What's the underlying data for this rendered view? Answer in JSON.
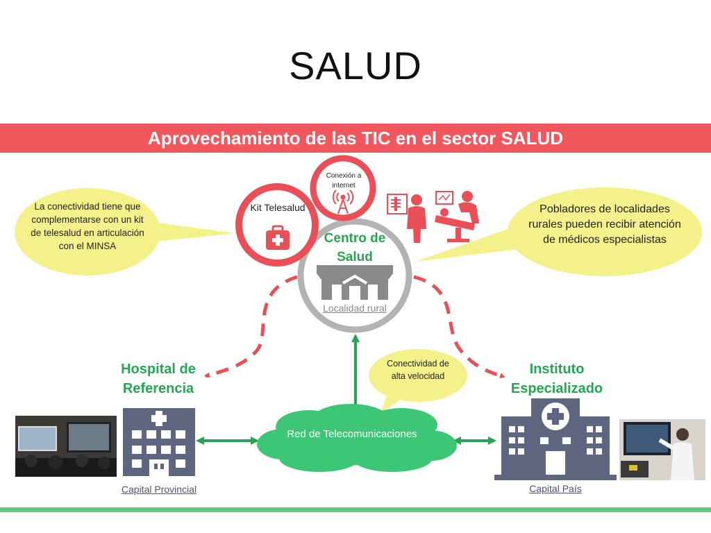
{
  "slide": {
    "title": "SALUD",
    "banner": "Aprovechamiento de las TIC en el sector SALUD"
  },
  "bubbles": {
    "left": "La conectividad tiene que complementarse con un kit de telesalud en articulación con el MINSA",
    "right": "Pobladores de localidades rurales pueden recibir atención de médicos especialistas",
    "middle": "Conectividad de alta velocidad"
  },
  "nodes": {
    "kit": "Kit Telesalud",
    "conexion": "Conexión a internet",
    "centro": "Centro de Salud",
    "localidad": "Localidad rural",
    "hospital": "Hospital de Referencia",
    "instituto": "Instituto Especializado",
    "red": "Red de Telecomunicaciones",
    "capital_provincial": "Capital Provincial",
    "capital_pais": "Capital País"
  },
  "colors": {
    "accent_red": "#f2575e",
    "ring_red": "#ea4f57",
    "green": "#27a552",
    "cloud_green": "#3ec677",
    "bubble_yellow": "#f4f08a",
    "building_gray": "#5f6680",
    "ring_gray": "#b3b3b3"
  },
  "icons": {
    "kit": "first-aid-kit-icon",
    "conexion": "antenna-icon",
    "centro": "health-center-icon",
    "hospital": "hospital-building-icon",
    "instituto": "institute-building-icon",
    "doctors": "doctor-icon"
  }
}
